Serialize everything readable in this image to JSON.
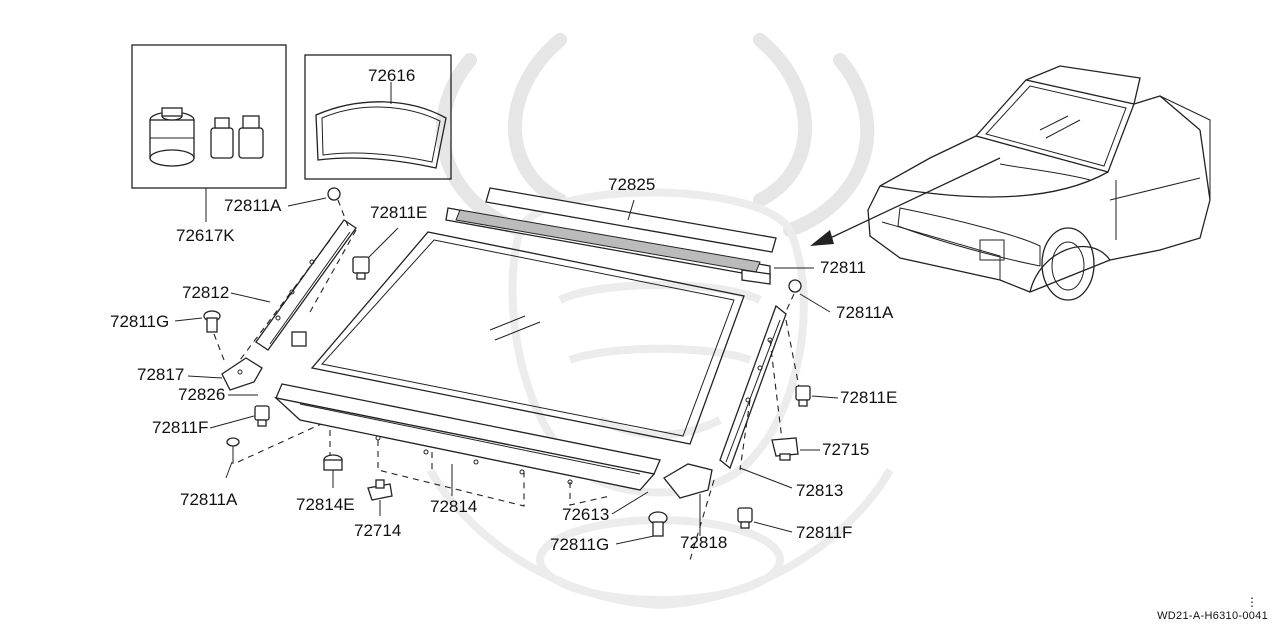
{
  "callouts": {
    "kit": "72617K",
    "molding_inset": "72616",
    "upper_molding": "72825",
    "clip_a_left": "72811A",
    "clip_e_left": "72811E",
    "upper_rail": "72811",
    "clip_a_right": "72811A",
    "left_pillar_molding": "72812",
    "clip_g_left": "72811G",
    "bracket_left": "72817",
    "spacer_left": "72826",
    "clip_f_left": "72811F",
    "clip_a_lower": "72811A",
    "clip_e_lower": "72814E",
    "fastener_lower": "72714",
    "lower_molding": "72814",
    "lower_rail": "72613",
    "clip_g_lower": "72811G",
    "bracket_right": "72818",
    "clip_e_right": "72811E",
    "fastener_right": "72715",
    "right_pillar_molding": "72813",
    "clip_f_right": "72811F"
  },
  "diagram_code": "WD21-A-H6310-0041",
  "corner_mark": "⋮"
}
